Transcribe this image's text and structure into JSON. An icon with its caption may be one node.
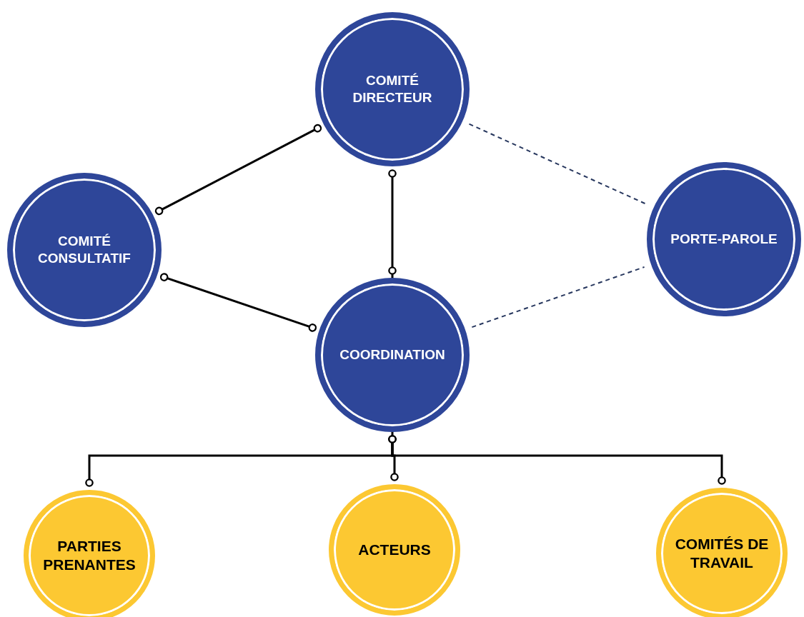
{
  "diagram": {
    "nodes": [
      {
        "text": [
          "COMITÉ DIRECTEUR"
        ]
      },
      {
        "text": [
          "COMITÉ CONSULTATIF"
        ]
      },
      {
        "text": [
          "PORTE-PAROLE"
        ]
      },
      {
        "text": [
          "COORDINATION"
        ]
      },
      {
        "text": [
          "PARTIES PRENANTES"
        ]
      },
      {
        "text": [
          "ACTEURS"
        ]
      },
      {
        "text": [
          "COMITÉS DE TRAVAIL"
        ]
      }
    ],
    "edges": [
      {
        "from": 1,
        "to": 0,
        "arrow": "other"
      },
      {
        "from": 0,
        "to": 3,
        "arrow": "other"
      },
      {
        "from": 1,
        "to": 3,
        "arrow": "other"
      },
      {
        "from": 0,
        "to": 2,
        "arrow": "none",
        "style": "dashed",
        "color": "#27375e"
      },
      {
        "from": 3,
        "to": 2,
        "arrow": "none",
        "style": "dashed",
        "color": "#27375e"
      },
      {
        "from": 3,
        "to": 4,
        "arrow": "other"
      },
      {
        "from": 3,
        "to": 5,
        "arrow": "other"
      },
      {
        "from": 3,
        "to": 6,
        "arrow": "other"
      }
    ]
  }
}
